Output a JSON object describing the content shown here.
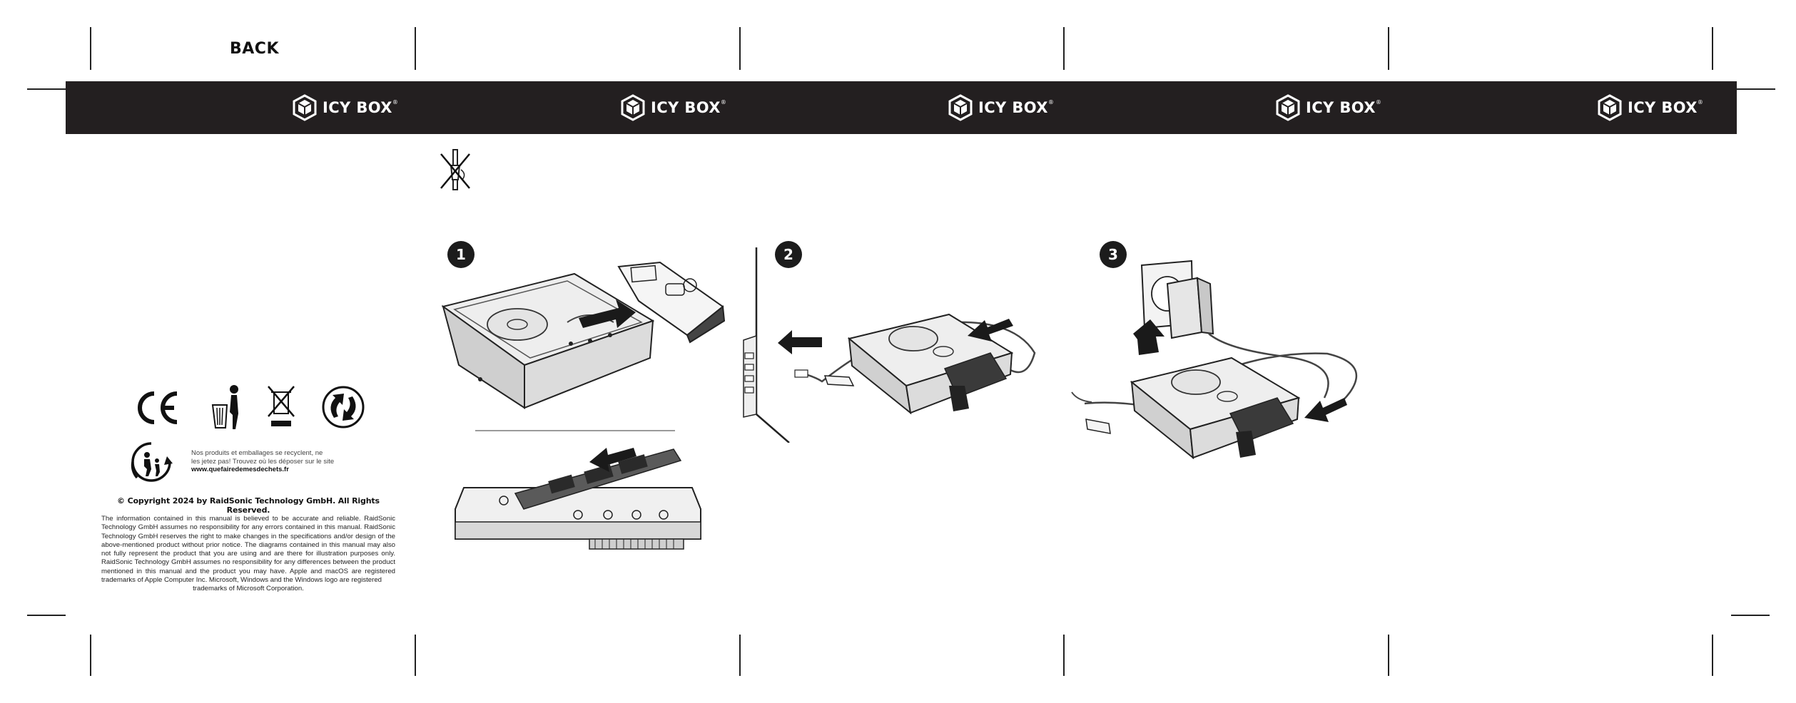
{
  "header": {
    "back_label": "BACK"
  },
  "brand": {
    "name": "ICY BOX",
    "trademark": "®",
    "band_color": "#231f20",
    "repeat_count": 5
  },
  "steps": {
    "one": "1",
    "two": "2",
    "three": "3"
  },
  "icons": {
    "no_tools": "no-screwdriver-icon",
    "ce": "ce-mark-icon",
    "weee": "weee-bin-icon",
    "recycle": "green-dot-icon",
    "triman": "triman-icon"
  },
  "certifications": {
    "ce_text": "CE"
  },
  "recycling": {
    "line1": "Nos produits et emballages se recyclent, ne",
    "line2": "les jetez pas! Trouvez où les déposer sur le site",
    "url": "www.quefairedemesdechets.fr"
  },
  "copyright": {
    "title": "© Copyright 2024 by RaidSonic Technology GmbH. All Rights Reserved.",
    "body": "The information contained in this manual is believed to be accurate and reliable. RaidSonic Technology GmbH assumes no responsibility for any errors contained in this manual. RaidSonic Technology GmbH reserves the right to make changes in the specifications and/or design of the above-mentioned product without prior notice. The diagrams contained in this manual may also not fully represent the product that you are using and are there for illustration purposes only. RaidSonic Technology GmbH assumes no responsibility for any differences between the product mentioned in this manual and the product you may have. Apple and macOS are registered trademarks of Apple Computer Inc. Microsoft, Windows and the Windows logo are registered",
    "last_line": "trademarks of Microsoft Corporation."
  }
}
